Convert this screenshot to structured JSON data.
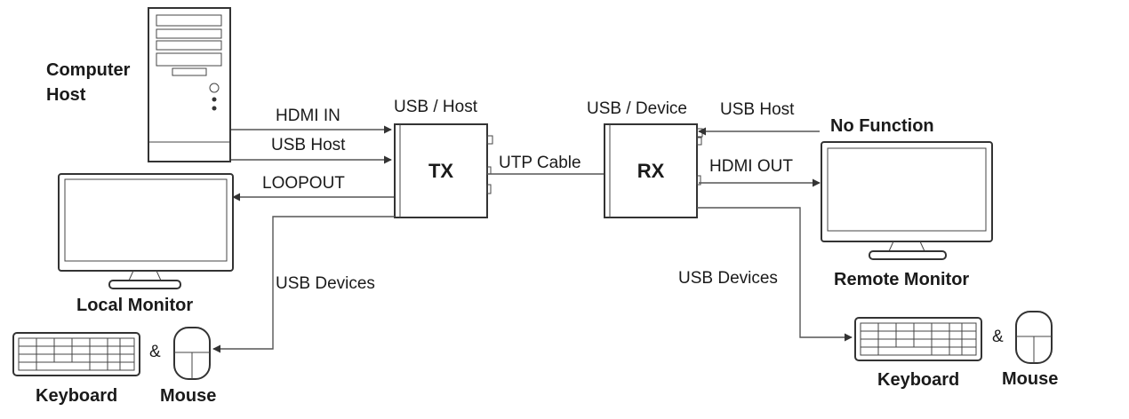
{
  "labels": {
    "computer_host_line1": "Computer",
    "computer_host_line2": "Host",
    "hdmi_in": "HDMI IN",
    "usb_host_left": "USB Host",
    "loopout": "LOOPOUT",
    "usb_host_tx": "USB / Host",
    "tx": "TX",
    "utp_cable": "UTP Cable",
    "usb_device_rx": "USB / Device",
    "rx": "RX",
    "usb_host_right": "USB Host",
    "no_function": "No Function",
    "hdmi_out": "HDMI OUT",
    "local_monitor": "Local Monitor",
    "remote_monitor": "Remote Monitor",
    "usb_devices_left": "USB Devices",
    "usb_devices_right": "USB Devices",
    "keyboard_left": "Keyboard",
    "mouse_left": "Mouse",
    "keyboard_right": "Keyboard",
    "mouse_right": "Mouse",
    "ampersand_left": "&",
    "ampersand_right": "&"
  },
  "colors": {
    "line": "#555555",
    "equipment_outline": "#333333",
    "text": "#1a1a1a",
    "background": "#ffffff"
  }
}
